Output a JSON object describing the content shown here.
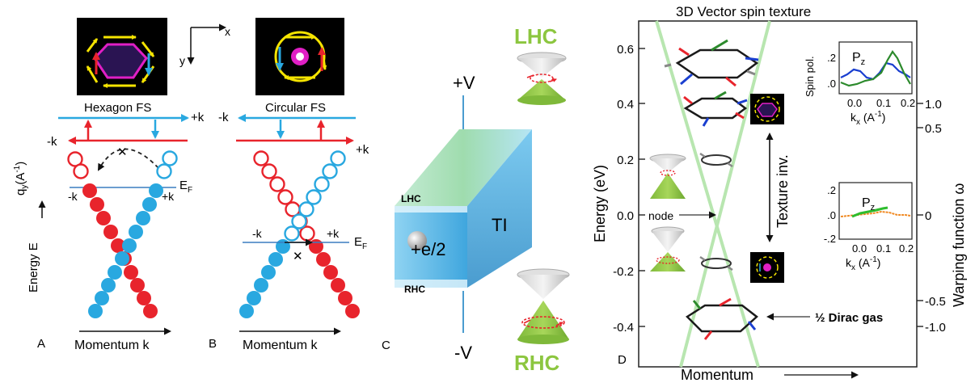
{
  "colors": {
    "red": "#e8242c",
    "blue": "#29a8e0",
    "green": "#8cc63f",
    "yellow": "#f5e400",
    "magenta": "#e01fc5",
    "dark_green": "#2c8a2c",
    "dark_blue": "#1a3fd0",
    "orange": "#f08a24"
  },
  "panel_a": {
    "label": "A",
    "fs_caption": "Hexagon FS",
    "plus_k": "+k",
    "minus_k": "-k",
    "ef_label": "E",
    "ef_sub": "F",
    "qy_label": "q",
    "qy_sub": "y",
    "qy_unit": "(A",
    "qy_unit_sup": "-1",
    "qy_unit_close": ")",
    "energy_label": "Energy E",
    "momentum_label": "Momentum k"
  },
  "axes_inset": {
    "x": "x",
    "y": "y"
  },
  "panel_b": {
    "label": "B",
    "fs_caption": "Circular FS",
    "plus_k": "+k",
    "minus_k": "-k",
    "ef_label": "E",
    "ef_sub": "F",
    "momentum_label": "Momentum k"
  },
  "panel_c": {
    "label": "C",
    "plus_v": "+V",
    "minus_v": "-V",
    "lhc_top": "LHC",
    "rhc_bottom": "RHC",
    "lhc_slab": "LHC",
    "rhc_slab": "RHC",
    "charge": "+e/2",
    "ti": "TI"
  },
  "panel_d": {
    "label": "D",
    "title": "3D Vector spin texture",
    "y_axis_label": "Energy (eV)",
    "y_ticks": [
      "0.6",
      "0.4",
      "0.2",
      "0.0",
      "-0.2",
      "-0.4"
    ],
    "right_axis_label": "Warping function ω",
    "right_ticks": [
      "1.0",
      "0.5",
      "0",
      "-0.5",
      "-1.0"
    ],
    "x_axis_label": "Momentum",
    "node_label": "node",
    "texture_label": "Texture inv.",
    "dirac_gas_label": "½ Dirac gas",
    "inset_top": {
      "ylabel": "Spin pol.",
      "pz": "P",
      "pz_sub": "z",
      "yticks": [
        ".2",
        ".0"
      ],
      "xticks": [
        "0.0",
        "0.1",
        "0.2"
      ],
      "xlabel": "k",
      "xlabel_sub": "x",
      "xlabel_unit": " (A",
      "xlabel_sup": "-1",
      "xlabel_close": ")"
    },
    "inset_bottom": {
      "pz": "P",
      "pz_sub": "z",
      "yticks": [
        ".2",
        ".0",
        "-.2"
      ],
      "xticks": [
        "0.0",
        "0.1",
        "0.2"
      ],
      "xlabel": "k",
      "xlabel_sub": "x",
      "xlabel_unit": " (A",
      "xlabel_sup": "-1",
      "xlabel_close": ")"
    }
  }
}
